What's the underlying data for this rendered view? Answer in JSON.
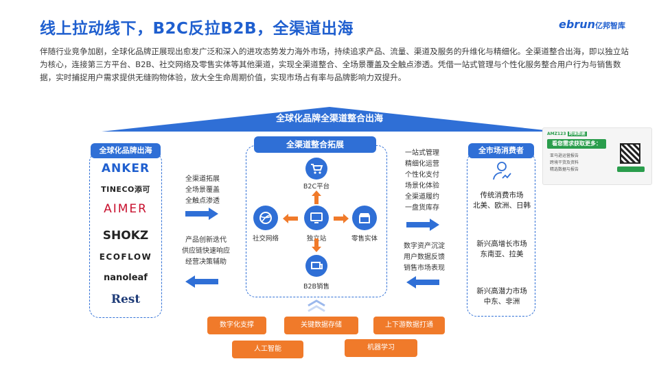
{
  "header": {
    "title": "线上拉动线下，B2C反拉B2B，全渠道出海",
    "logo_main": "ebrun",
    "logo_sub": "亿邦智库"
  },
  "intro": "伴随行业竞争加剧，全球化品牌正展现出愈发广泛和深入的进攻态势发力海外市场，持续追求产品、流量、渠道及服务的升维化与精细化。全渠道整合出海，即以独立站为核心，连接第三方平台、B2B、社交网络及零售实体等其他渠道，实现全渠道整合、全场景覆盖及全触点渗透。凭借一站式管理与个性化服务整合用户行为与销售数据，实时捕捉用户需求提供无缝购物体验，放大全生命周期价值，实现市场占有率与品牌影响力双提升。",
  "banner": "全球化品牌全渠道整合出海",
  "left_panel": {
    "title": "全球化品牌出海",
    "brands": [
      "ANKER",
      "TINECO添可",
      "AIMER",
      "SHOKZ",
      "ECOFLOW",
      "nanoleaf",
      "Rest"
    ]
  },
  "left_text_top": [
    "全渠道拓展",
    "全场景覆盖",
    "全触点渗透"
  ],
  "left_text_bottom": [
    "产品创新迭代",
    "供应链快速响应",
    "经营决策辅助"
  ],
  "center_panel": {
    "title": "全渠道整合拓展",
    "nodes": {
      "top": "B2C平台",
      "left": "社交网络",
      "center": "独立站",
      "right": "零售实体",
      "bottom": "B2B销售"
    }
  },
  "right_text_top": [
    "一站式管理",
    "精细化运营",
    "个性化支付",
    "场景化体验",
    "全渠道履约",
    "一盘货库存"
  ],
  "right_text_bottom": [
    "数字资产沉淀",
    "用户数据反馈",
    "销售市场表现"
  ],
  "right_panel": {
    "title": "全市场消费者",
    "markets": [
      {
        "line1": "传统消费市场",
        "line2": "北美、欧洲、日韩"
      },
      {
        "line1": "新兴高增长市场",
        "line2": "东南亚、拉美"
      },
      {
        "line1": "新兴高潜力市场",
        "line2": "中东、非洲"
      }
    ]
  },
  "foundation": [
    "数字化支撑",
    "关键数据存储",
    "上下游数据打通",
    "人工智能",
    "机器学习"
  ],
  "ad": {
    "badge_a": "AMZ123",
    "badge_b": "跨境数据",
    "headline": "看您需求获取更多：",
    "items": [
      "亚马逊运营报告",
      "跨境干货及资料",
      "精选数据与报告"
    ]
  },
  "colors": {
    "primary": "#2f6fd6",
    "accent": "#f07a2a"
  }
}
